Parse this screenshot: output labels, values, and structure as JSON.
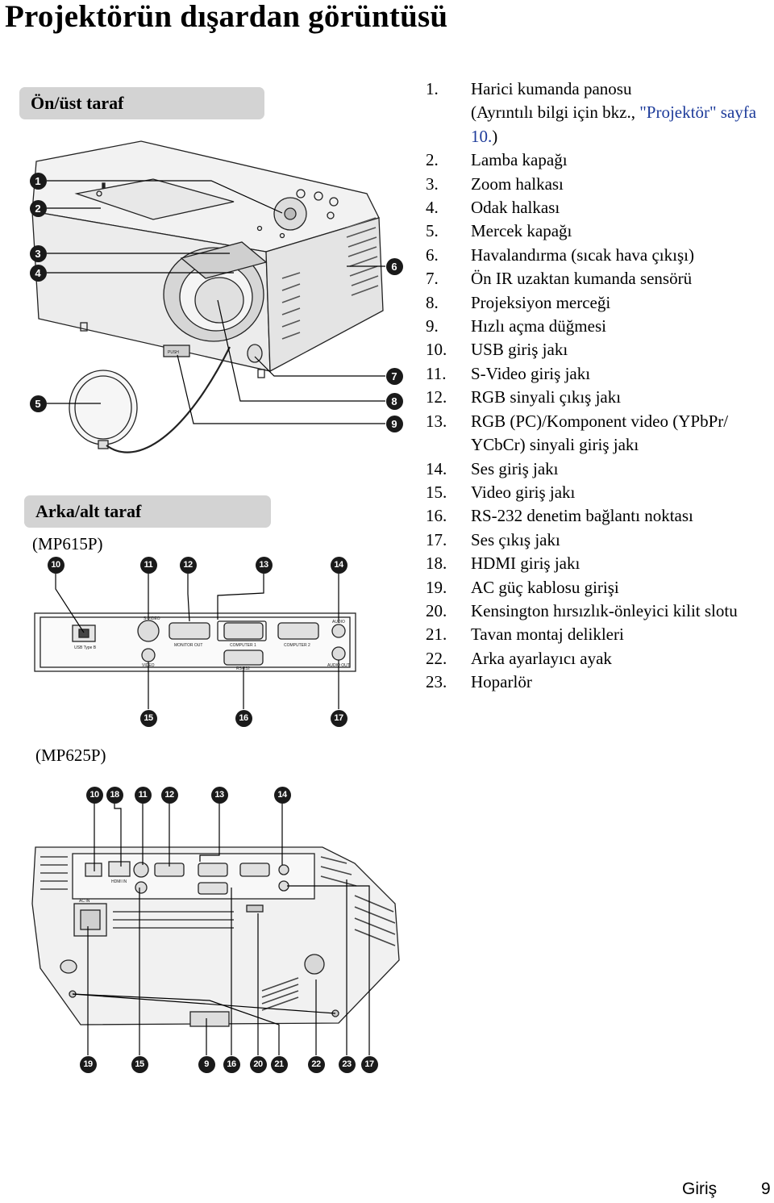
{
  "page": {
    "title": "Projektörün dışardan görüntüsü"
  },
  "front_section": {
    "heading": "Ön/üst taraf"
  },
  "back_section": {
    "heading": "Arka/alt taraf",
    "model_a": "(MP615P)",
    "model_b": "(MP625P)"
  },
  "callouts": {
    "front": [
      "1",
      "2",
      "3",
      "4",
      "5",
      "6",
      "7",
      "8",
      "9"
    ],
    "mp615p_top": [
      "10",
      "11",
      "12",
      "13",
      "14"
    ],
    "mp615p_bottom": [
      "15",
      "16",
      "17"
    ],
    "mp625p_top": [
      "10",
      "18",
      "11",
      "12",
      "13",
      "14"
    ],
    "mp625p_bottom": [
      "19",
      "15",
      "9",
      "16",
      "20",
      "21",
      "22",
      "23",
      "17"
    ]
  },
  "parts": [
    {
      "num": "1.",
      "text": "Harici kumanda panosu",
      "note_pre": "(Ayrıntılı bilgi için bkz., ",
      "note_link": "\"Projektör\" sayfa 10.",
      "note_post": ")"
    },
    {
      "num": "2.",
      "text": "Lamba kapağı"
    },
    {
      "num": "3.",
      "text": "Zoom halkası"
    },
    {
      "num": "4.",
      "text": "Odak halkası"
    },
    {
      "num": "5.",
      "text": "Mercek kapağı"
    },
    {
      "num": "6.",
      "text": "Havalandırma (sıcak hava çıkışı)"
    },
    {
      "num": "7.",
      "text": "Ön IR uzaktan kumanda sensörü"
    },
    {
      "num": "8.",
      "text": "Projeksiyon merceği"
    },
    {
      "num": "9.",
      "text": "Hızlı açma düğmesi"
    },
    {
      "num": "10.",
      "text": "USB giriş jakı"
    },
    {
      "num": "11.",
      "text": "S-Video giriş jakı"
    },
    {
      "num": "12.",
      "text": "RGB sinyali çıkış jakı"
    },
    {
      "num": "13.",
      "text": "RGB (PC)/Komponent video (YPbPr/ YCbCr) sinyali giriş jakı"
    },
    {
      "num": "14.",
      "text": "Ses giriş jakı"
    },
    {
      "num": "15.",
      "text": "Video giriş jakı"
    },
    {
      "num": "16.",
      "text": "RS-232 denetim bağlantı noktası"
    },
    {
      "num": "17.",
      "text": "Ses çıkış jakı"
    },
    {
      "num": "18.",
      "text": "HDMI giriş jakı"
    },
    {
      "num": "19.",
      "text": "AC güç kablosu girişi"
    },
    {
      "num": "20.",
      "text": "Kensington hırsızlık-önleyici kilit slotu"
    },
    {
      "num": "21.",
      "text": "Tavan montaj delikleri"
    },
    {
      "num": "22.",
      "text": "Arka ayarlayıcı ayak"
    },
    {
      "num": "23.",
      "text": "Hoparlör"
    }
  ],
  "panel_labels": {
    "usb": "USB Type B",
    "svideo": "S-VIDEO",
    "monitor_out": "MONITOR OUT",
    "computer1": "COMPUTER 1",
    "computer2": "COMPUTER 2",
    "audio": "AUDIO",
    "video": "VIDEO",
    "rs232": "RS-232",
    "audio_out": "AUDIO OUT",
    "hdmi": "HDMI IN",
    "ac_in": "AC IN",
    "push": "PUSH"
  },
  "footer": {
    "section": "Giriş",
    "page": "9"
  },
  "colors": {
    "section_bar": "#d3d3d3",
    "link": "#1d3b9a",
    "callout": "#1a1a1a"
  }
}
